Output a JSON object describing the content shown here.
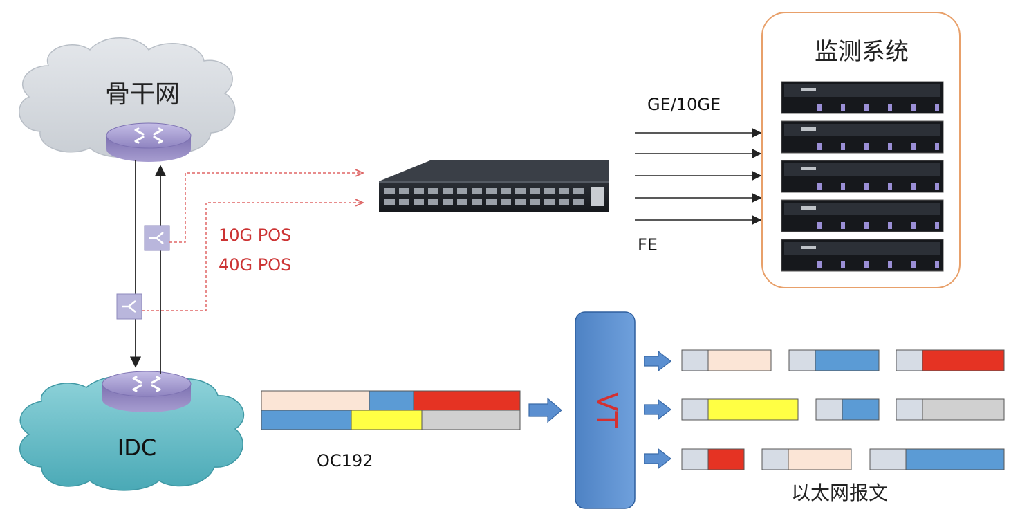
{
  "backbone": {
    "label": "骨干网"
  },
  "idc": {
    "label": "IDC"
  },
  "links": {
    "pos_10g": "10G POS",
    "pos_40g": "40G POS"
  },
  "outputs": {
    "ge_label": "GE/10GE",
    "fe_label": "FE"
  },
  "monitor": {
    "title": "监测系统",
    "server_count": 5
  },
  "stream": {
    "label": "OC192"
  },
  "vt": {
    "label": "VT"
  },
  "packets": {
    "label": "以太网报文"
  },
  "colors": {
    "peach": "#fbe5d6",
    "blue": "#5b9bd5",
    "red": "#e53323",
    "yellow": "#ffff44",
    "gray": "#d0d0d0",
    "header": "#d6dce5",
    "vt_fill": "#5b8fd0",
    "pos_text": "#cc3333",
    "cloud_gray": "#d6dadf",
    "cloud_teal": "#59b8c3",
    "router": "#9a8fc6",
    "monitor_border": "#e8a06a"
  }
}
